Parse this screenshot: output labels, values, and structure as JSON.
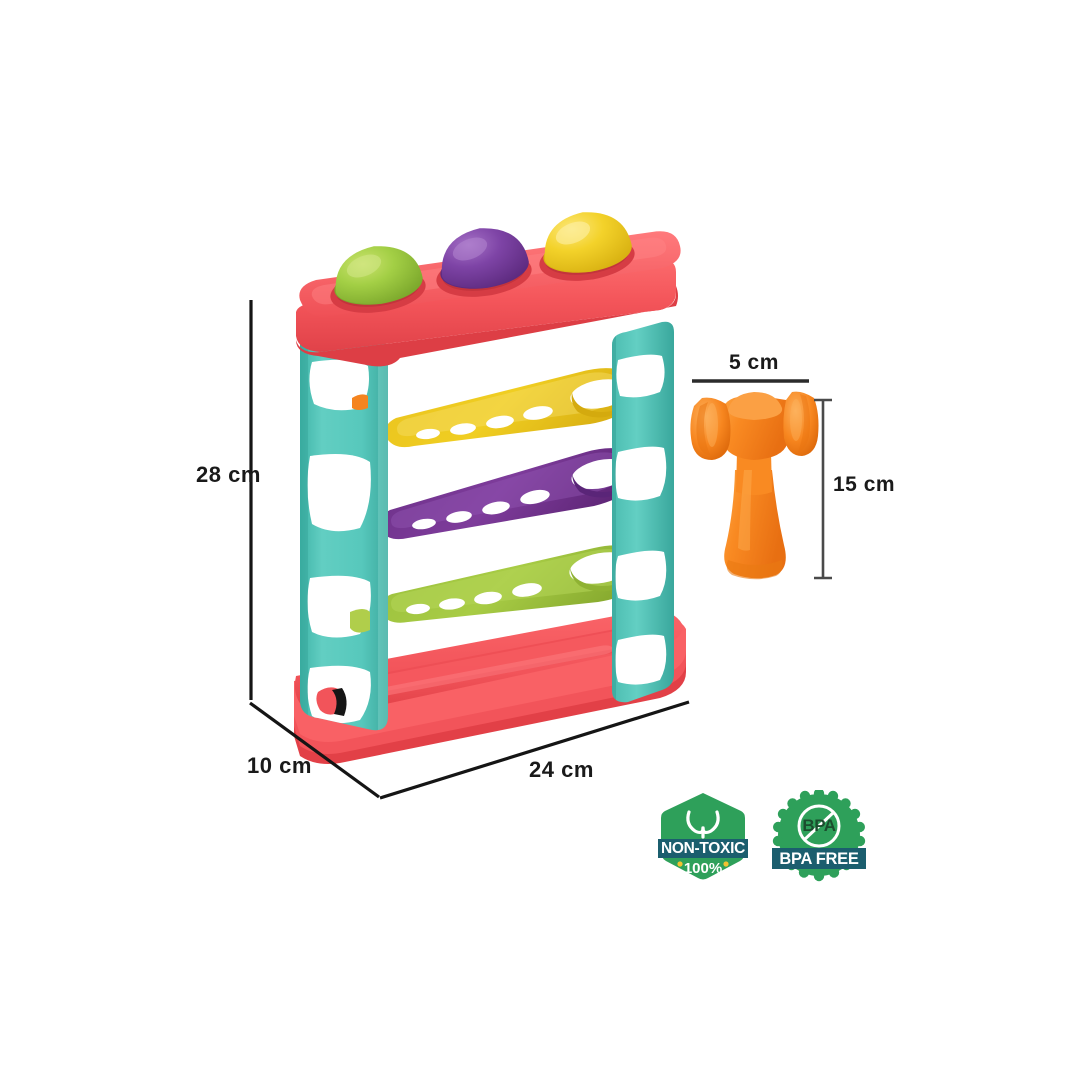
{
  "product": {
    "name": "ball-drop-hammer-pound-toy",
    "description_hidden": false,
    "tower": {
      "name": "ball-pound-tower",
      "balls": [
        {
          "name": "ball-green",
          "color": "#9ACB3B"
        },
        {
          "name": "ball-purple",
          "color": "#7B3F9E"
        },
        {
          "name": "ball-yellow",
          "color": "#F2CF23"
        }
      ],
      "ramps": [
        {
          "name": "ramp-yellow",
          "color": "#E8C21C"
        },
        {
          "name": "ramp-purple",
          "color": "#6B2E86"
        },
        {
          "name": "ramp-green",
          "color": "#9ABF3C"
        }
      ],
      "frame_color": "#56C8BC",
      "top_plate_color": "#F2555A",
      "base_color": "#F2555A"
    },
    "hammer": {
      "name": "toy-hammer",
      "color": "#F5841F"
    }
  },
  "dimensions": {
    "height": {
      "value": "28 cm",
      "axis": "vertical",
      "target": "tower"
    },
    "depth": {
      "value": "10 cm",
      "axis": "diagonal-left",
      "target": "tower"
    },
    "width": {
      "value": "24 cm",
      "axis": "diagonal-right",
      "target": "tower"
    },
    "hammer_width": {
      "value": "5 cm",
      "axis": "horizontal",
      "target": "hammer"
    },
    "hammer_height": {
      "value": "15 cm",
      "axis": "vertical",
      "target": "hammer"
    }
  },
  "badges": [
    {
      "name": "non-toxic-badge",
      "shape": "hexagon",
      "primary_text": "NON-TOXIC",
      "secondary_text": "100%",
      "icon": "leaf-icon",
      "fill": "#2EA05A",
      "banner": "#1B5E6E",
      "accent": "#F2C230"
    },
    {
      "name": "bpa-free-badge",
      "shape": "scalloped-circle",
      "primary_text": "BPA FREE",
      "secondary_text": "BPA",
      "icon": "no-bpa-icon",
      "fill": "#2EA05A",
      "banner": "#1B5E6E",
      "accent": "#FFFFFF"
    }
  ],
  "colors": {
    "line": "#151515",
    "background": "#FFFFFF"
  }
}
